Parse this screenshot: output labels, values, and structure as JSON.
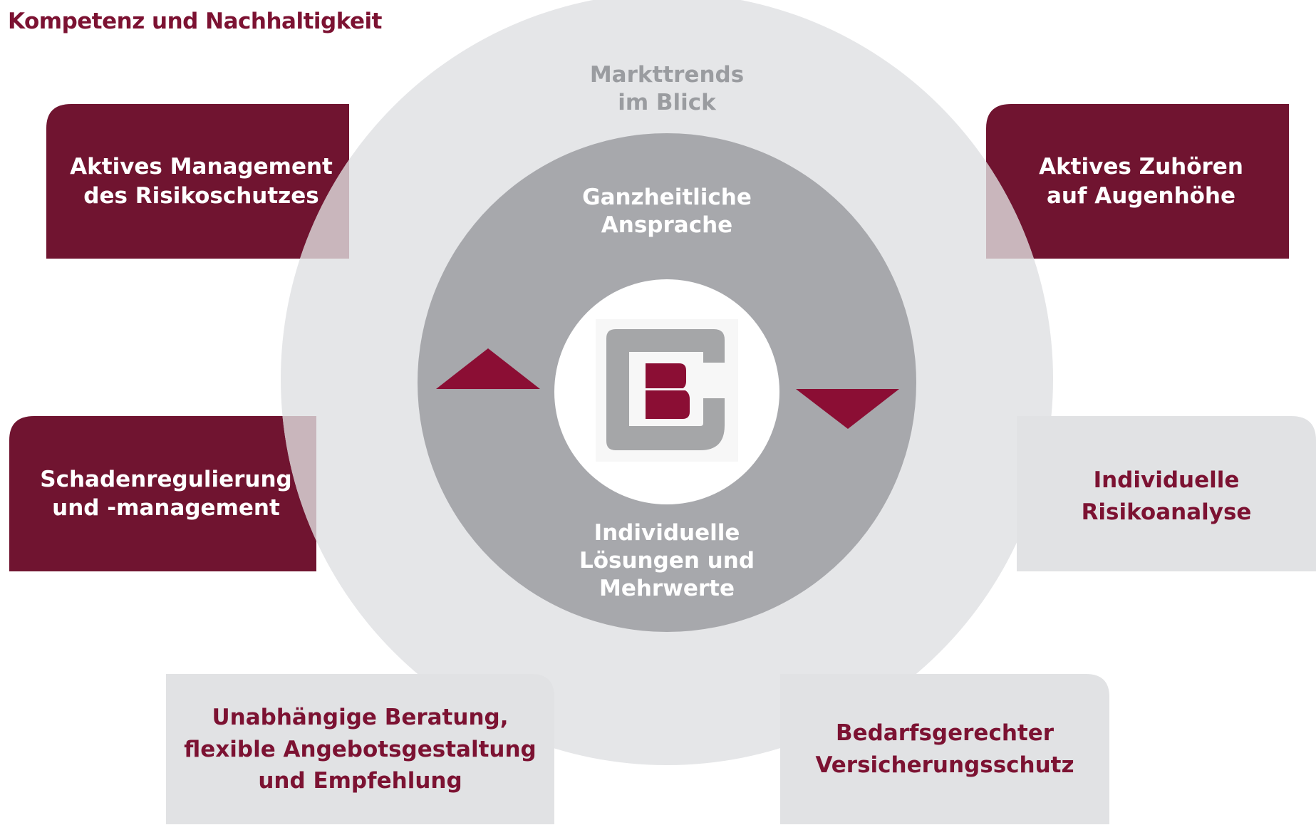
{
  "title": "Kompetenz und Nachhaltigkeit",
  "colors": {
    "brand_red": "#7c1232",
    "dark_box": "#701430",
    "light_box": "#e1e2e4",
    "outer_circle": "#e5e6e8",
    "inner_circle": "#a7a8ac",
    "logo_gray": "#a5a6a8",
    "logo_red": "#8b0e34"
  },
  "diagram": {
    "outer_ring_label": "Markttrends\nim Blick",
    "inner_ring_top_label": "Ganzheitliche\nAnsprache",
    "inner_ring_bottom_label": "Individuelle\nLösungen und\nMehrwerte",
    "center_logo": "company-logo-icon",
    "arrows": [
      "arrow-up-icon",
      "arrow-down-icon"
    ]
  },
  "boxes": {
    "top_left": "Aktives Management\ndes Risikoschutzes",
    "top_right": "Aktives Zuhören\nauf Augenhöhe",
    "middle_left": "Schadenregulierung\nund -management",
    "middle_right": "Individuelle\nRisikoanalyse",
    "bottom_left": "Unabhängige Beratung,\nflexible Angebotsgestaltung\nund Empfehlung",
    "bottom_right": "Bedarfsgerechter\nVersicherungsschutz"
  }
}
